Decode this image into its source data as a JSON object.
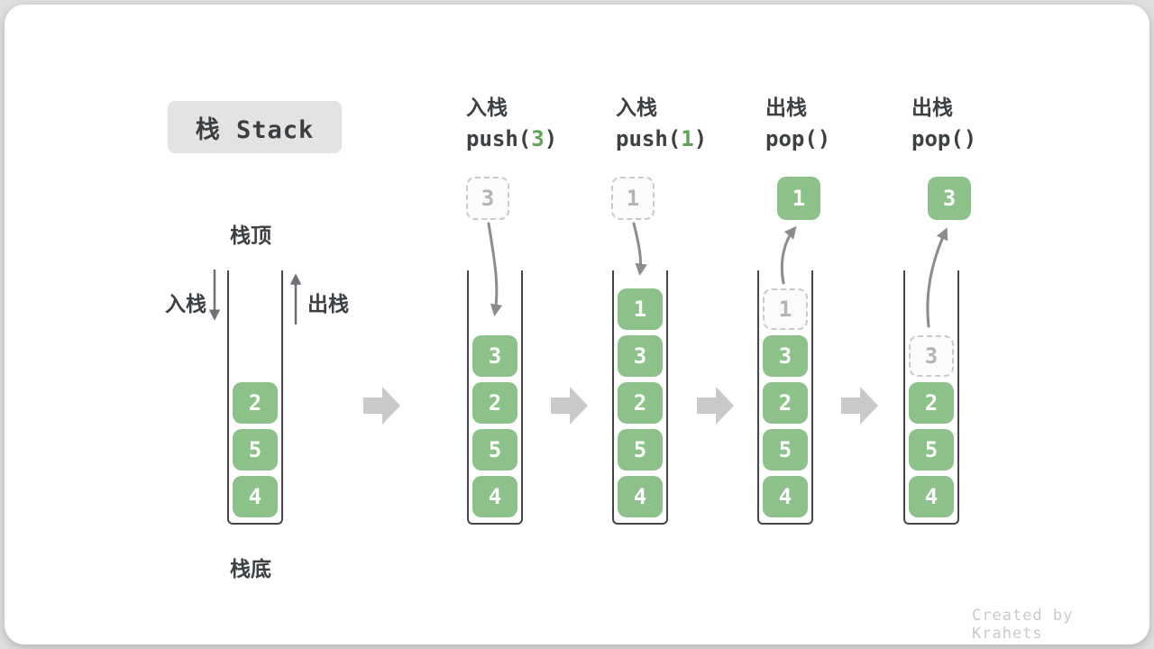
{
  "header": {
    "title": "栈 Stack"
  },
  "labels": {
    "stack_top": "栈顶",
    "stack_bottom": "栈底",
    "push_label": "入栈",
    "pop_label": "出栈"
  },
  "operations": [
    {
      "action": "入栈",
      "code_pre": "push(",
      "code_arg": "3",
      "code_post": ")"
    },
    {
      "action": "入栈",
      "code_pre": "push(",
      "code_arg": "1",
      "code_post": ")"
    },
    {
      "action": "出栈",
      "code_pre": "pop(",
      "code_arg": "",
      "code_post": ")"
    },
    {
      "action": "出栈",
      "code_pre": "pop(",
      "code_arg": "",
      "code_post": ")"
    }
  ],
  "stacks": [
    {
      "cells": [
        {
          "value": "2",
          "style": "solid"
        },
        {
          "value": "5",
          "style": "solid"
        },
        {
          "value": "4",
          "style": "solid"
        }
      ]
    },
    {
      "float": {
        "value": "3",
        "style": "dashed"
      },
      "cells": [
        {
          "value": "3",
          "style": "solid"
        },
        {
          "value": "2",
          "style": "solid"
        },
        {
          "value": "5",
          "style": "solid"
        },
        {
          "value": "4",
          "style": "solid"
        }
      ]
    },
    {
      "float": {
        "value": "1",
        "style": "dashed"
      },
      "cells": [
        {
          "value": "1",
          "style": "solid"
        },
        {
          "value": "3",
          "style": "solid"
        },
        {
          "value": "2",
          "style": "solid"
        },
        {
          "value": "5",
          "style": "solid"
        },
        {
          "value": "4",
          "style": "solid"
        }
      ]
    },
    {
      "float": {
        "value": "1",
        "style": "solid"
      },
      "cells": [
        {
          "value": "1",
          "style": "dashed"
        },
        {
          "value": "3",
          "style": "solid"
        },
        {
          "value": "2",
          "style": "solid"
        },
        {
          "value": "5",
          "style": "solid"
        },
        {
          "value": "4",
          "style": "solid"
        }
      ]
    },
    {
      "float": {
        "value": "3",
        "style": "solid"
      },
      "cells": [
        {
          "value": "3",
          "style": "dashed"
        },
        {
          "value": "2",
          "style": "solid"
        },
        {
          "value": "5",
          "style": "solid"
        },
        {
          "value": "4",
          "style": "solid"
        }
      ]
    }
  ],
  "footer": {
    "credit": "Created by Krahets"
  },
  "colors": {
    "cell_green": "#8cc18a",
    "code_arg_green": "#5fa356",
    "dashed_border": "#c9c9c9",
    "dashed_text": "#b3b3b3",
    "stack_wall": "#43474a",
    "dark_text": "#3c4043",
    "step_arrow": "#c9c9c9",
    "curved_arrow": "#8c8c8c",
    "direction_arrow": "#6d7175",
    "title_bg": "#e3e3e3",
    "card_bg": "#ffffff",
    "page_bg": "#dedede",
    "credit_text": "#c9c9c9"
  }
}
